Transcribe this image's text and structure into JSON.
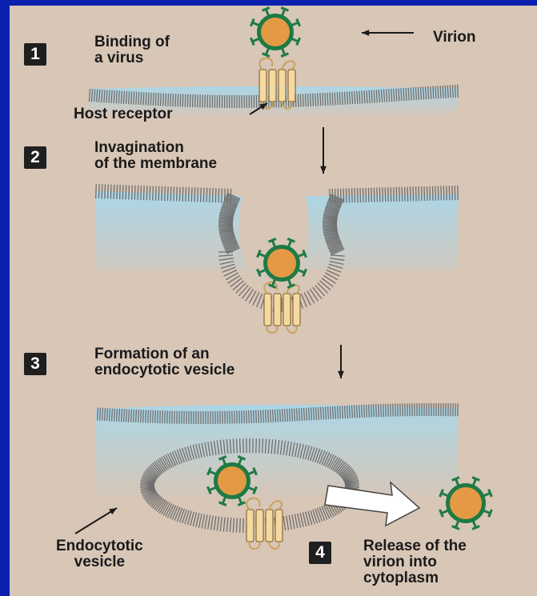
{
  "labels": {
    "virion": "Virion",
    "host_receptor": "Host receptor",
    "endocytotic_vesicle": "Endocytotic\nvesicle"
  },
  "steps": [
    {
      "number": "1",
      "text": "Binding of\na virus"
    },
    {
      "number": "2",
      "text": "Invagination\nof the membrane"
    },
    {
      "number": "3",
      "text": "Formation of an\nendocytotic vesicle"
    },
    {
      "number": "4",
      "text": "Release of the\nvirion into\ncytoplasm"
    }
  ],
  "colors": {
    "background": "#0b1fb0",
    "panel": "#d8c6b6",
    "cytoplasm": "#a9d7ea",
    "membrane": "#6e6e6e",
    "virus_core": "#e49a45",
    "virus_capsid": "#1f7a43",
    "receptor": "#f4d9a0"
  }
}
